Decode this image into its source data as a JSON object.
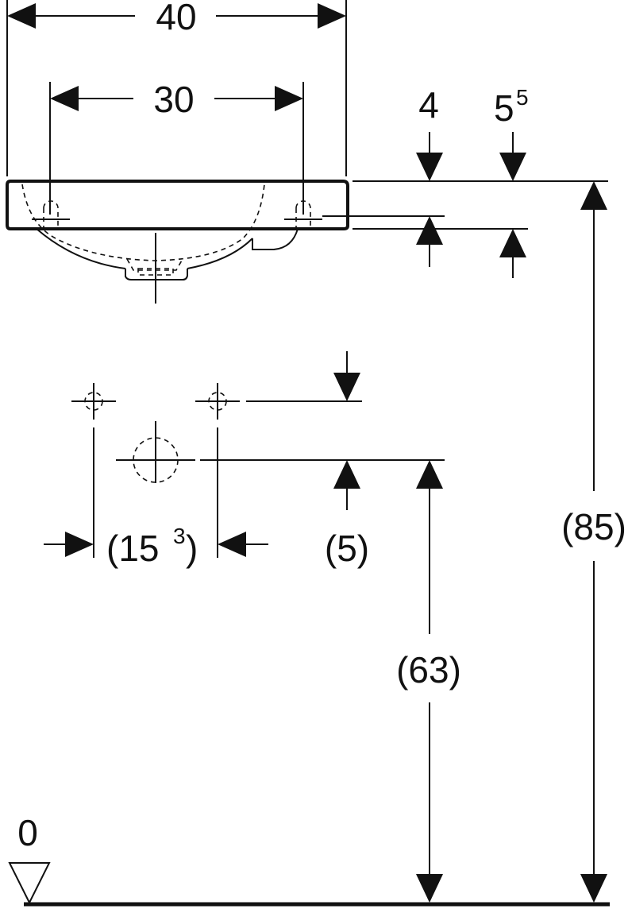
{
  "colors": {
    "ink": "#111111",
    "background": "#ffffff"
  },
  "dimensions": {
    "width_total": "40",
    "hole_spacing_top": "30",
    "rim_thickness": "4",
    "overflow_height_main": "5",
    "overflow_height_sup": "5",
    "hole_spacing_wall_main": "(15",
    "hole_spacing_wall_sup": "3",
    "hole_spacing_wall_close": ")",
    "hole_offset": "(5)",
    "supply_height": "(63)",
    "total_height": "(85)",
    "floor_level": "0"
  }
}
